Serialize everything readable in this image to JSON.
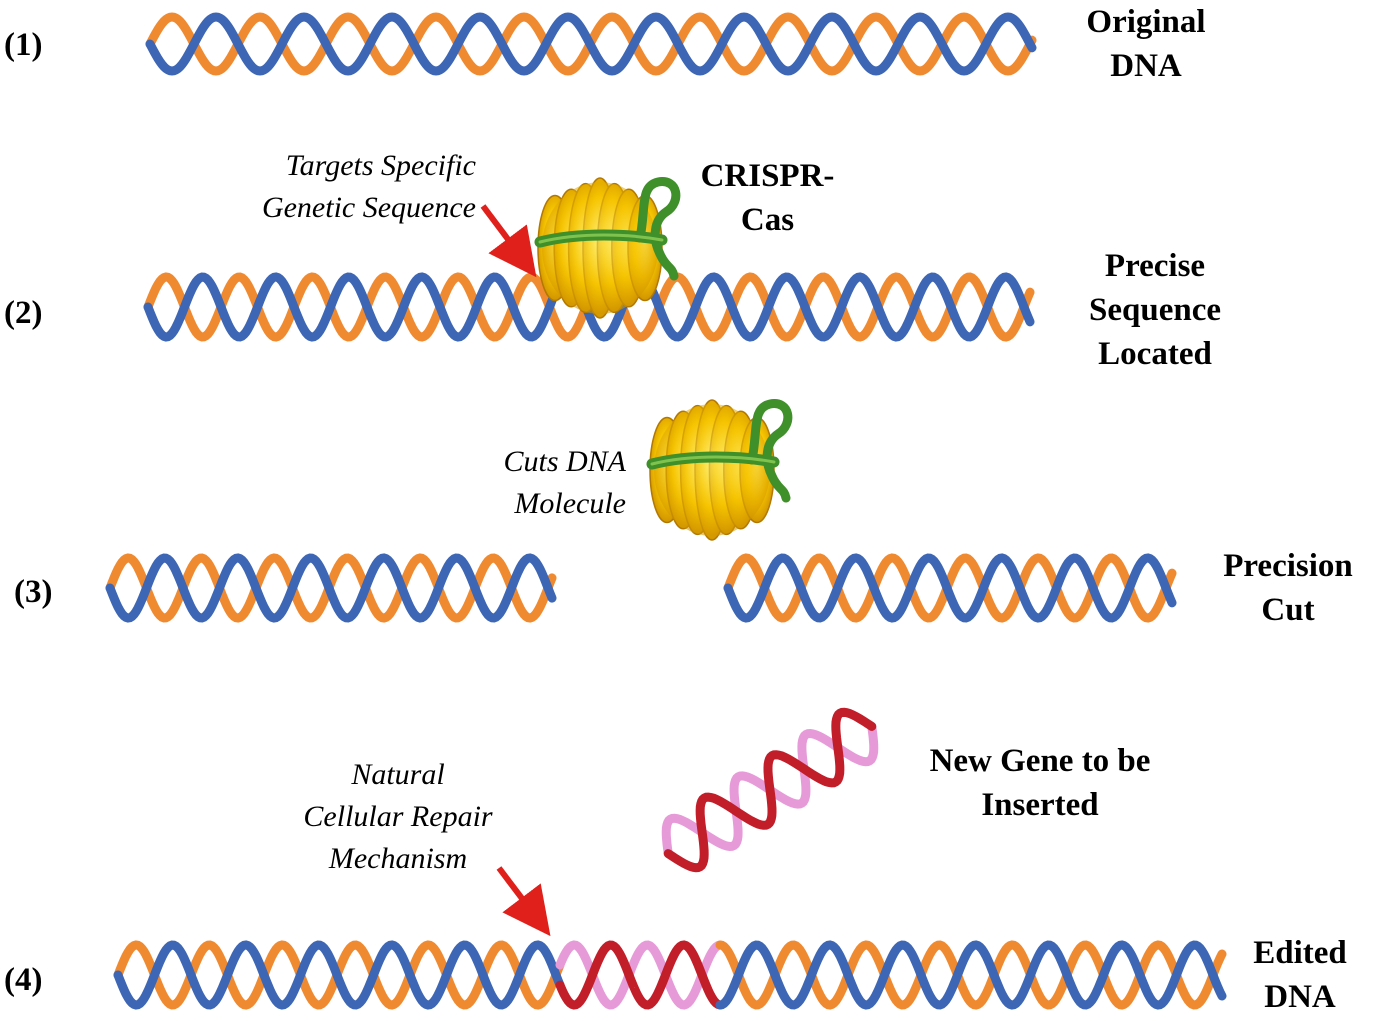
{
  "steps": [
    {
      "number": "(1)",
      "label": "Original\nDNA"
    },
    {
      "number": "(2)",
      "label": "Precise\nSequence\nLocated"
    },
    {
      "number": "(3)",
      "label": "Precision\nCut"
    },
    {
      "number": "(4)",
      "label": "Edited\nDNA"
    }
  ],
  "enzyme_label": "CRISPR-\nCas",
  "new_gene_label": "New Gene to be\nInserted",
  "annotations": {
    "targets": "Targets Specific\nGenetic Sequence",
    "cuts": "Cuts DNA\nMolecule",
    "repair": "Natural\nCellular Repair\nMechanism"
  },
  "colors": {
    "dna_backbone": "#3d66b4",
    "dna_base": "#f08a30",
    "insert_backbone": "#c21e2a",
    "insert_base": "#e79ad8",
    "enzyme_body": "#f2b600",
    "guide_rna": "#3f8f2a",
    "arrow": "#e0201a"
  }
}
